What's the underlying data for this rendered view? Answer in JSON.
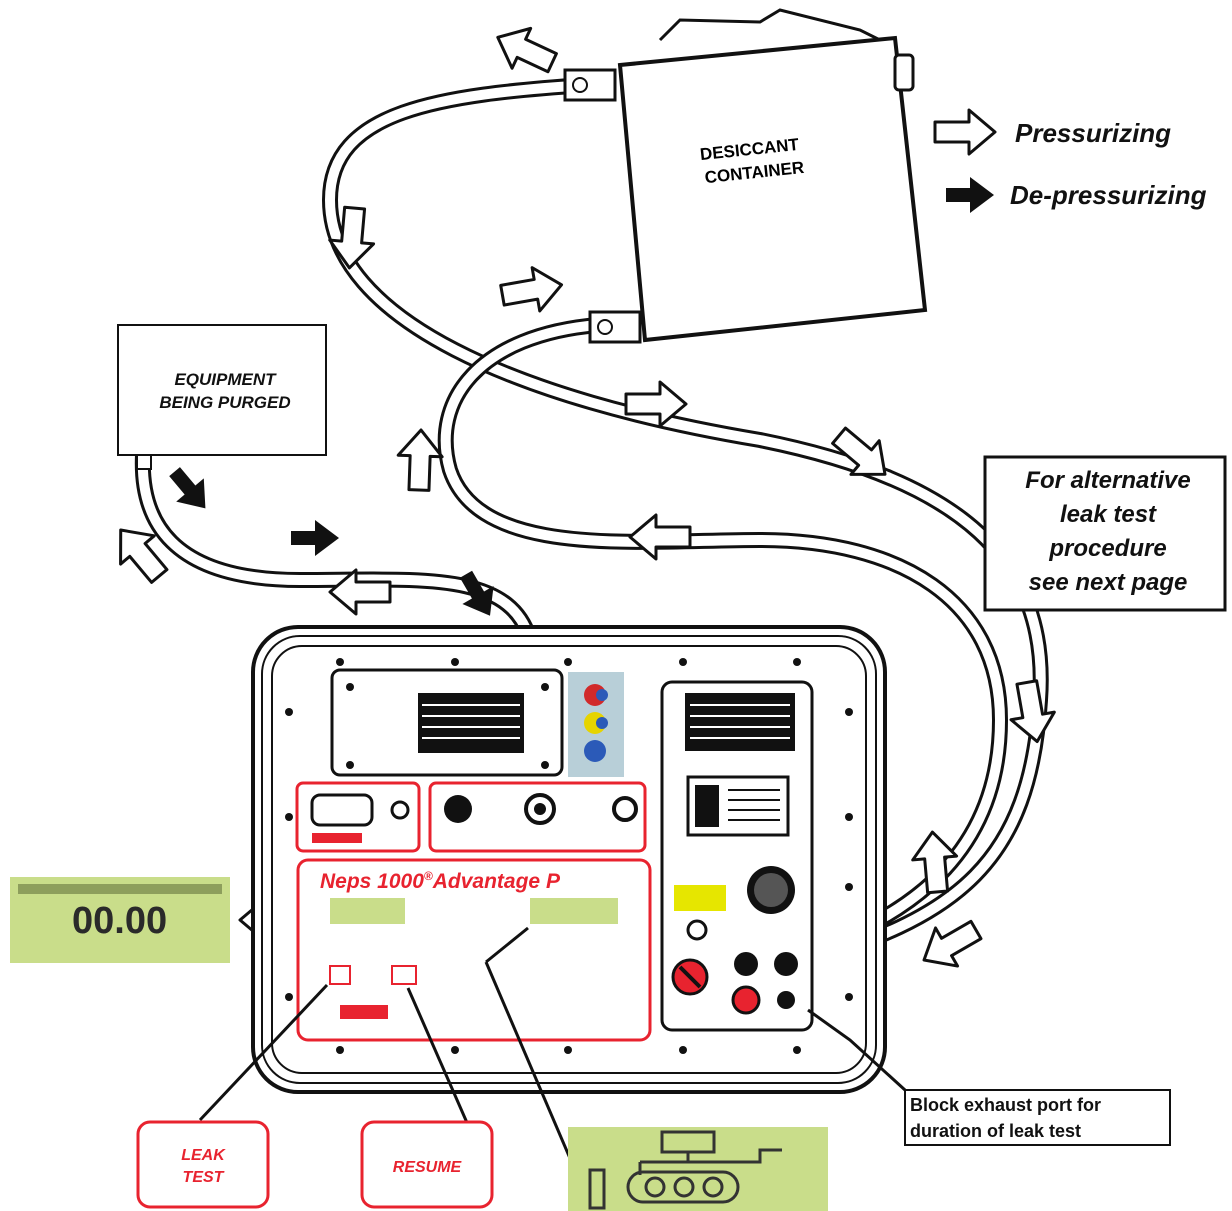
{
  "container_label": [
    "DESICCANT",
    "CONTAINER"
  ],
  "equipment_label": [
    "EQUIPMENT",
    "BEING PURGED"
  ],
  "legend": {
    "pressurizing": "Pressurizing",
    "depressurizing": "De-pressurizing"
  },
  "note": [
    "For alternative",
    "leak test",
    "procedure",
    "see next page"
  ],
  "panel": {
    "model": "Neps 1000",
    "model_suffix": "Advantage P",
    "registered": "®"
  },
  "display": {
    "value": "00.00"
  },
  "callouts": {
    "leak_test": [
      "LEAK",
      "TEST"
    ],
    "resume": "RESUME",
    "exhaust": [
      "Block exhaust port for",
      "duration of leak test"
    ]
  },
  "colors": {
    "accent_red": "#e8232f",
    "display_green": "#c9dd8a",
    "panel_outline": "#111111"
  }
}
